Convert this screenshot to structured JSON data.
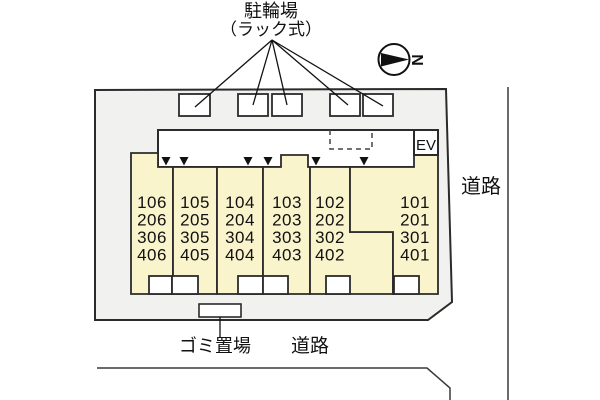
{
  "title": {
    "line1": "駐輪場",
    "line2": "（ラック式）"
  },
  "compass": {
    "letter": "N"
  },
  "corridor": {
    "ev_label": "EV"
  },
  "units": [
    {
      "name": "unit-106",
      "numbers": [
        "106",
        "206",
        "306",
        "406"
      ]
    },
    {
      "name": "unit-105",
      "numbers": [
        "105",
        "205",
        "305",
        "405"
      ]
    },
    {
      "name": "unit-104",
      "numbers": [
        "104",
        "204",
        "304",
        "404"
      ]
    },
    {
      "name": "unit-103",
      "numbers": [
        "103",
        "203",
        "303",
        "403"
      ]
    },
    {
      "name": "unit-102",
      "numbers": [
        "102",
        "202",
        "302",
        "402"
      ]
    },
    {
      "name": "unit-101",
      "numbers": [
        "101",
        "201",
        "301",
        "401"
      ]
    }
  ],
  "labels": {
    "garbage": "ゴミ置場",
    "road_bottom": "道路",
    "road_right": "道路"
  },
  "colors": {
    "site_fill": "#f1f1ef",
    "unit_fill": "#faf4cd",
    "outline": "#2b2b2b"
  }
}
